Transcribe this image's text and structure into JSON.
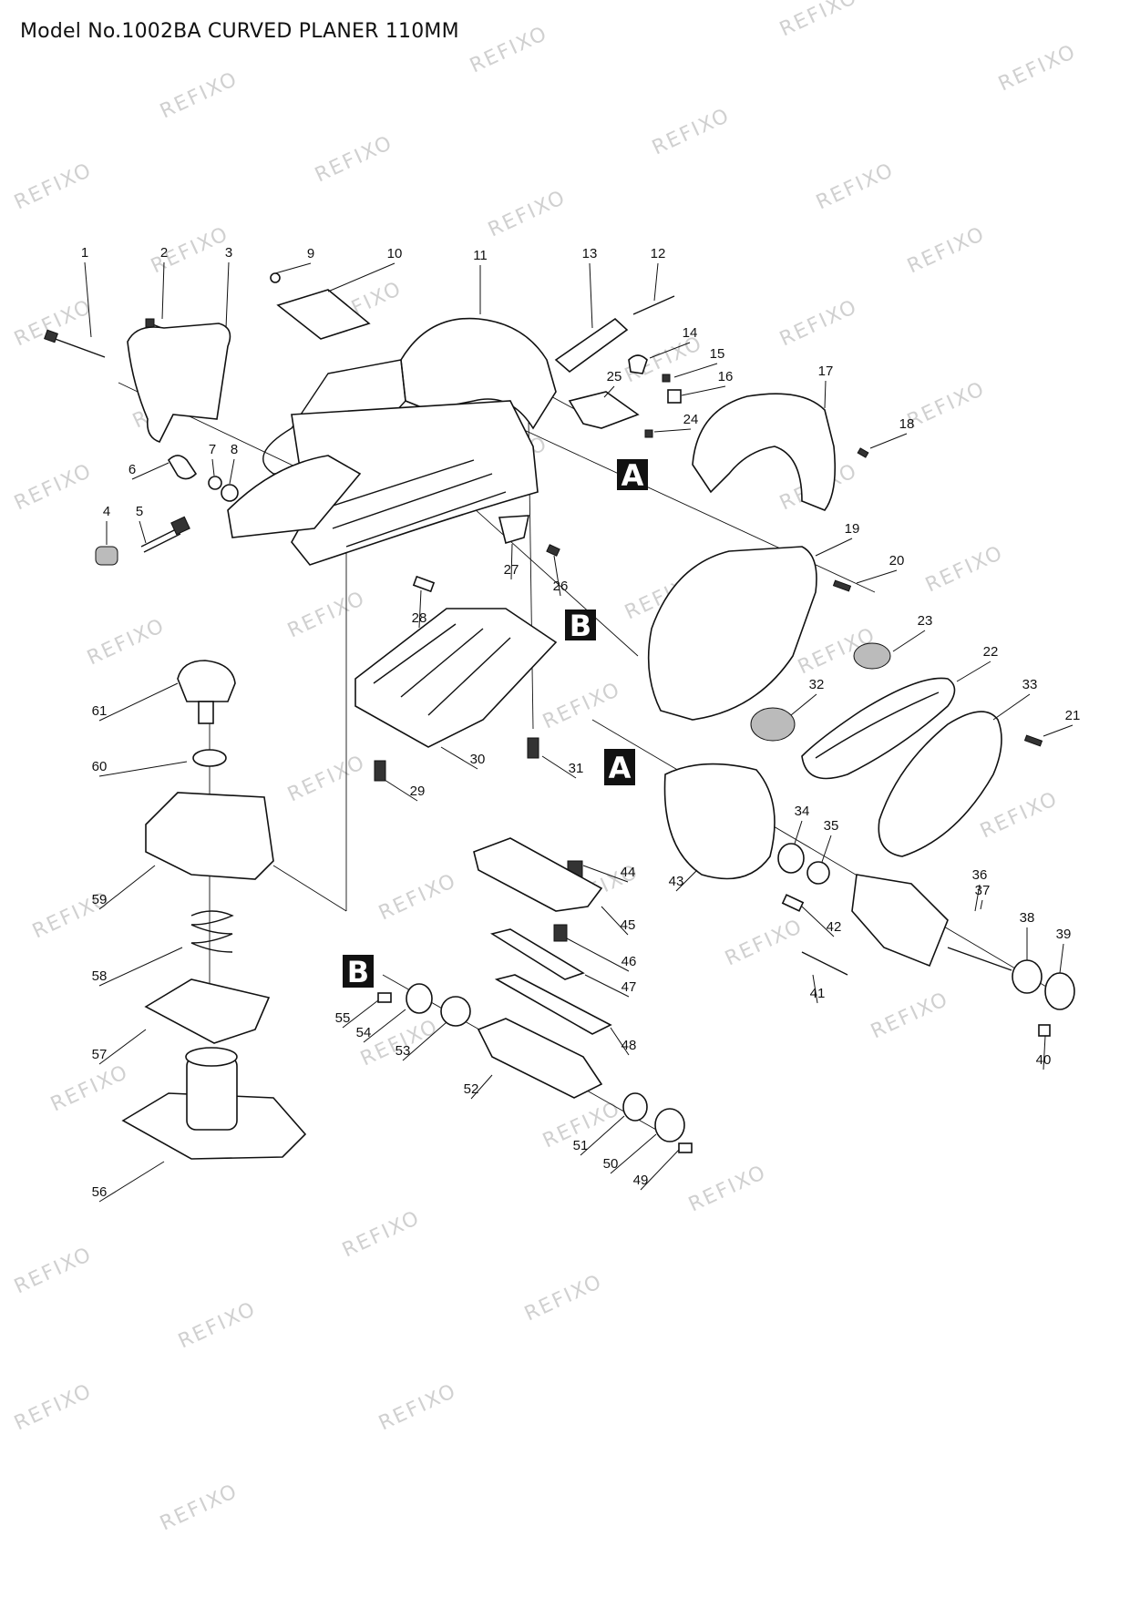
{
  "page": {
    "title": "Model No.1002BA CURVED PLANER 110MM"
  },
  "watermark": {
    "text": "REFIXO",
    "color": "#d0d0d0"
  },
  "reference_tags": [
    "A",
    "B"
  ],
  "part_numbers": [
    "1",
    "2",
    "3",
    "4",
    "5",
    "6",
    "7",
    "8",
    "9",
    "10",
    "11",
    "12",
    "13",
    "14",
    "15",
    "16",
    "17",
    "18",
    "19",
    "20",
    "21",
    "22",
    "23",
    "24",
    "25",
    "26",
    "27",
    "28",
    "29",
    "30",
    "31",
    "32",
    "33",
    "34",
    "35",
    "36",
    "37",
    "38",
    "39",
    "40",
    "41",
    "42",
    "43",
    "44",
    "45",
    "46",
    "47",
    "48",
    "49",
    "50",
    "51",
    "52",
    "53",
    "54",
    "55",
    "56",
    "57",
    "58",
    "59",
    "60",
    "61"
  ]
}
